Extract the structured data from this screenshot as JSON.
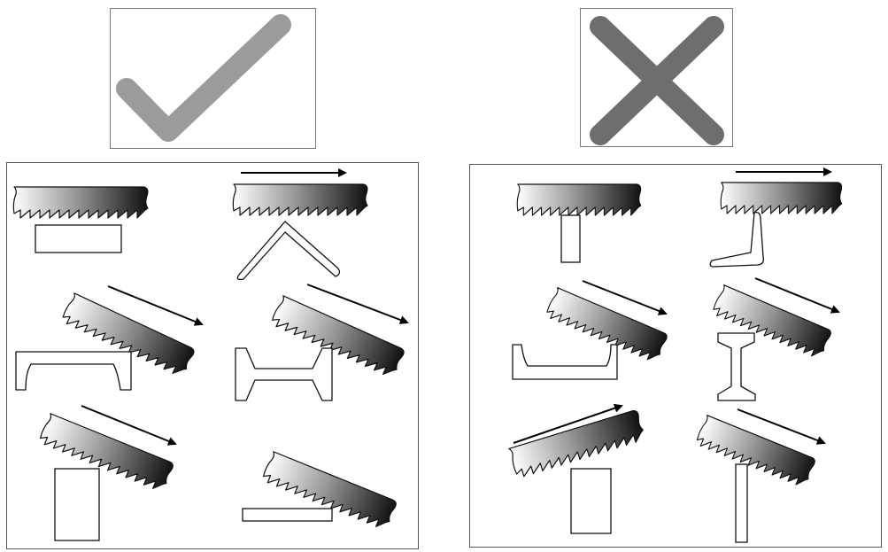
{
  "colors": {
    "check": "#9b9b9b",
    "cross": "#6e6e6e",
    "border": "#555555",
    "profile_stroke": "#111111",
    "blade_light": "#ffffff",
    "blade_dark": "#111111",
    "arrow": "#000000"
  },
  "icons": {
    "correct": "checkmark-icon",
    "incorrect": "cross-icon"
  },
  "panels": [
    {
      "verdict": "correct",
      "items": [
        {
          "profile": "flat-bar-wide",
          "saw": "horizontal",
          "arrow": "none"
        },
        {
          "profile": "angle-inverted-v",
          "saw": "horizontal",
          "arrow": "right"
        },
        {
          "profile": "channel-open-down",
          "saw": "diagonal-down-right",
          "arrow": "down-right"
        },
        {
          "profile": "i-beam-sideways",
          "saw": "diagonal-down-right",
          "arrow": "down-right"
        },
        {
          "profile": "rectangle-tall",
          "saw": "diagonal-down-right",
          "arrow": "down-right"
        },
        {
          "profile": "flat-bar-thin",
          "saw": "diagonal-down-right",
          "arrow": "none"
        }
      ]
    },
    {
      "verdict": "incorrect",
      "items": [
        {
          "profile": "flat-bar-on-edge",
          "saw": "horizontal",
          "arrow": "none"
        },
        {
          "profile": "angle-l",
          "saw": "horizontal",
          "arrow": "right"
        },
        {
          "profile": "channel-open-up",
          "saw": "diagonal-down-right",
          "arrow": "down-right"
        },
        {
          "profile": "i-beam-upright",
          "saw": "diagonal-down-right",
          "arrow": "down-right"
        },
        {
          "profile": "rectangle-tall",
          "saw": "diagonal-up-right",
          "arrow": "up-right"
        },
        {
          "profile": "thin-bar-vertical",
          "saw": "diagonal-down-right",
          "arrow": "down-right"
        }
      ]
    }
  ]
}
